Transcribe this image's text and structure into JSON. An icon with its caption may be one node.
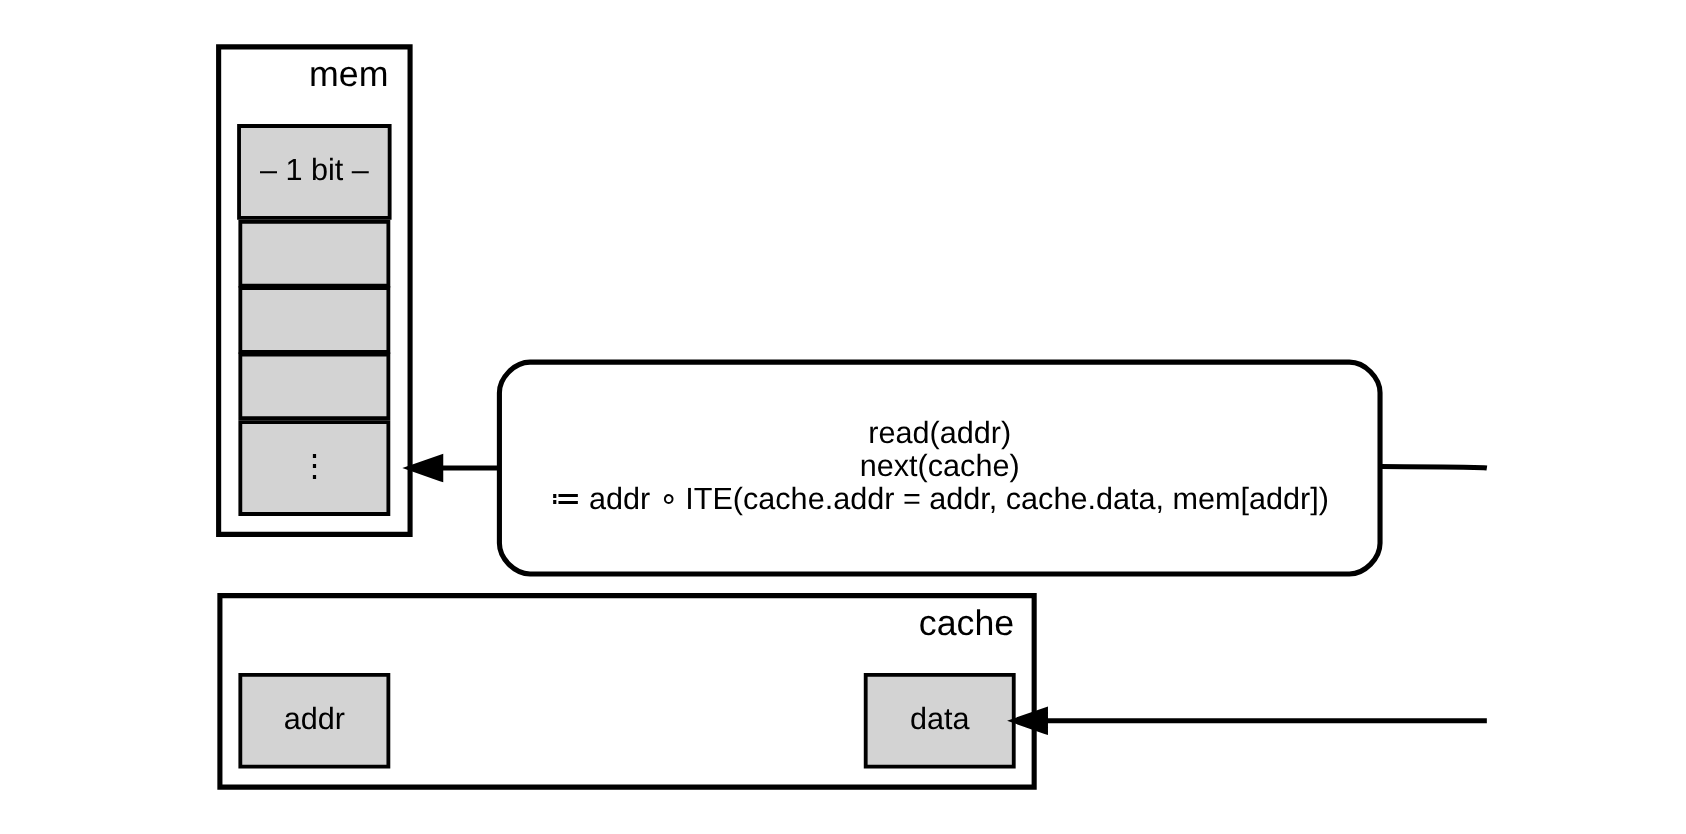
{
  "diagram": {
    "nodes": [
      {
        "text": [
          "cache"
        ]
      },
      {
        "text": [
          "addr"
        ],
        "in": 0
      },
      {
        "text": [
          "data"
        ],
        "in": 0
      },
      {
        "text": [
          "mem"
        ]
      },
      {
        "text": [
          "– 1 bit –"
        ],
        "in": 3
      },
      {
        "text": [],
        "shape": "box",
        "in": 3
      },
      {
        "text": [],
        "shape": "box",
        "in": 3
      },
      {
        "text": [],
        "shape": "box",
        "in": 3
      },
      {
        "text": [
          "⋮"
        ],
        "in": 3
      },
      {
        "text": [
          "read(addr)",
          "next(cache)",
          "≔ addr ∘ ITE(cache.addr = addr, cache.data, mem[addr])"
        ]
      }
    ],
    "edges": [
      {
        "from": null,
        "to": 2,
        "arrow": "to"
      },
      {
        "from": 9,
        "to": 3,
        "arrow": "to"
      },
      {
        "from": 9,
        "to": null,
        "arrow": "none"
      }
    ]
  }
}
